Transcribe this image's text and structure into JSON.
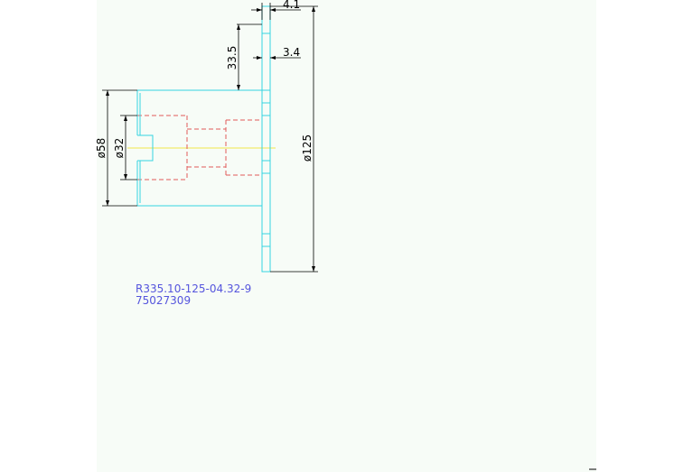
{
  "drawing": {
    "background_color": "#f7fcf7",
    "outline_color": "#35d3e0",
    "hidden_line_color": "#e05a5a",
    "centerline_color": "#f2e64a",
    "dimension_color": "#000000",
    "label_color": "#5555dd"
  },
  "dimensions": {
    "width_top": "4.1",
    "height_top": "33.5",
    "width_small": "3.4",
    "diameter_outer": "ø58",
    "diameter_inner": "ø32",
    "diameter_flange": "ø125"
  },
  "labels": {
    "part_number": "R335.10-125-04.32-9",
    "item_number": "75027309"
  }
}
